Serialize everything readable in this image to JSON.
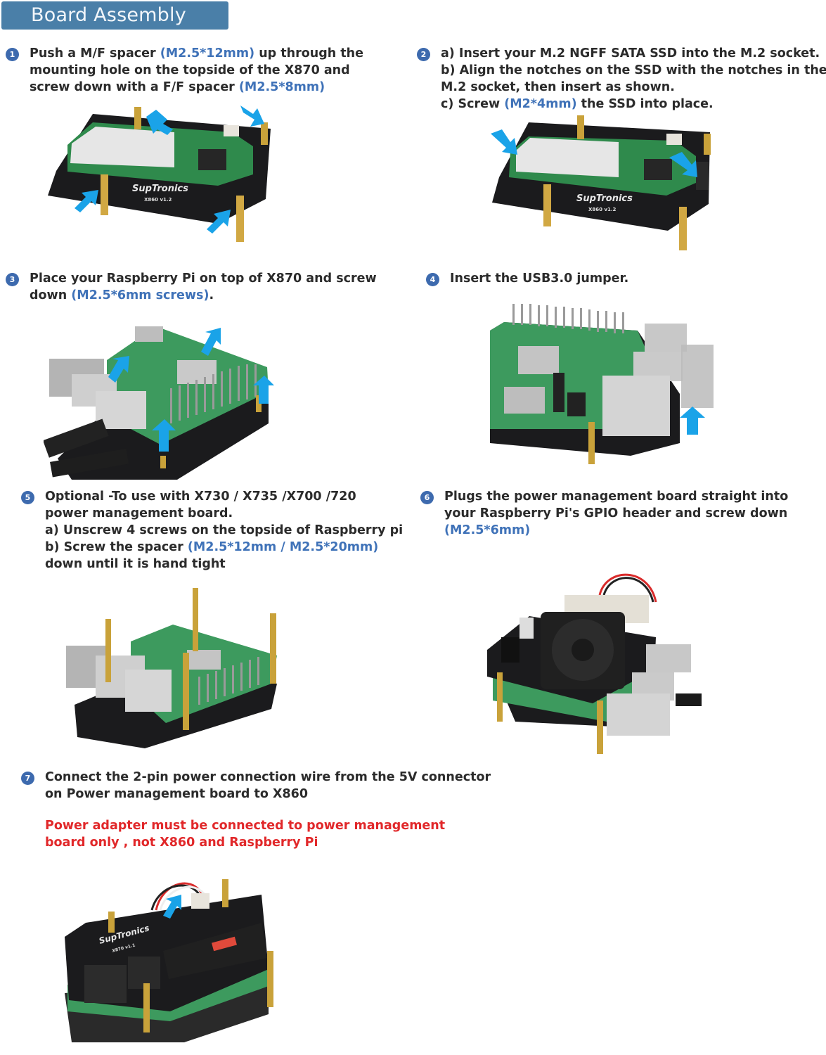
{
  "page": {
    "title": "Board Assembly",
    "colors": {
      "banner": "#4a7fa8",
      "badge": "#3d6aae",
      "highlight": "#3f72b8",
      "warning": "#e1282a",
      "arrow": "#1aa3e8",
      "pcb_black": "#1b1b1d",
      "pcb_green": "#3d9a5e",
      "brass": "#c9a23a"
    }
  },
  "steps": [
    {
      "number": "1",
      "lines": [
        [
          "Push a M/F spacer ",
          "(M2.5*12mm)",
          " up through the"
        ],
        [
          "mounting hole on the topside of the X870 and",
          "",
          ""
        ],
        [
          "screw down with a F/F spacer  ",
          "(M2.5*8mm)",
          ""
        ]
      ],
      "image": {
        "alt": "X860 board with M.2 SSD and four brass spacers, blue arrows pointing at spacers",
        "board_label": "SupTronics",
        "board_model": "X860 v1.2"
      }
    },
    {
      "number": "2",
      "lines": [
        [
          "a) Insert your M.2 NGFF SATA SSD into the M.2 socket.",
          "",
          ""
        ],
        [
          "b) Align the notches on the SSD with the notches in the",
          "",
          ""
        ],
        [
          "M.2 socket, then insert as shown.",
          "",
          ""
        ],
        [
          "c) Screw ",
          "(M2*4mm)",
          "  the SSD into place."
        ]
      ],
      "image": {
        "alt": "X860 board with SSD inserted, arrows pointing at screw and socket",
        "board_label": "SupTronics",
        "board_model": "X860 v1.2"
      }
    },
    {
      "number": "3",
      "lines": [
        [
          "Place your Raspberry Pi on top of X870 and screw",
          "",
          ""
        ],
        [
          "down ",
          "(M2.5*6mm screws)",
          "."
        ]
      ],
      "image": {
        "alt": "Raspberry Pi mounted on X870 board with upward arrows at screw holes"
      }
    },
    {
      "number": "4",
      "lines": [
        [
          "Insert the USB3.0 jumper.",
          "",
          ""
        ]
      ],
      "image": {
        "alt": "Raspberry Pi with USB3.0 jumper connector, arrow pointing up"
      }
    },
    {
      "number": "5",
      "lines": [
        [
          "Optional -To use with X730 / X735 /X700 /720",
          "",
          ""
        ],
        [
          "power management board.",
          "",
          ""
        ],
        [
          "a) Unscrew 4 screws on the topside of Raspberry pi",
          "",
          ""
        ],
        [
          "b) Screw the spacer ",
          "(M2.5*12mm / M2.5*20mm)",
          ""
        ],
        [
          "down until it is hand tight",
          "",
          ""
        ]
      ],
      "image": {
        "alt": "Raspberry Pi stack with long brass spacers installed"
      }
    },
    {
      "number": "6",
      "lines": [
        [
          "Plugs the power management board straight into",
          "",
          ""
        ],
        [
          "your Raspberry Pi's GPIO header and screw down",
          "",
          ""
        ],
        [
          "",
          "(M2.5*6mm)",
          ""
        ]
      ],
      "image": {
        "alt": "Power management board with cooling fan stacked on Raspberry Pi"
      }
    },
    {
      "number": "7",
      "lines": [
        [
          "Connect the 2-pin power connection wire from the 5V connector",
          "",
          ""
        ],
        [
          "on Power management board to X860",
          "",
          ""
        ]
      ],
      "warning": [
        "Power adapter must be connected to power management",
        "board only , not X860 and Raspberry Pi"
      ],
      "image": {
        "alt": "Full stack with X870 on top, 2-pin wire connected, arrow at connector",
        "board_label": "SupTronics",
        "board_model": "X870 v1.1"
      }
    }
  ]
}
